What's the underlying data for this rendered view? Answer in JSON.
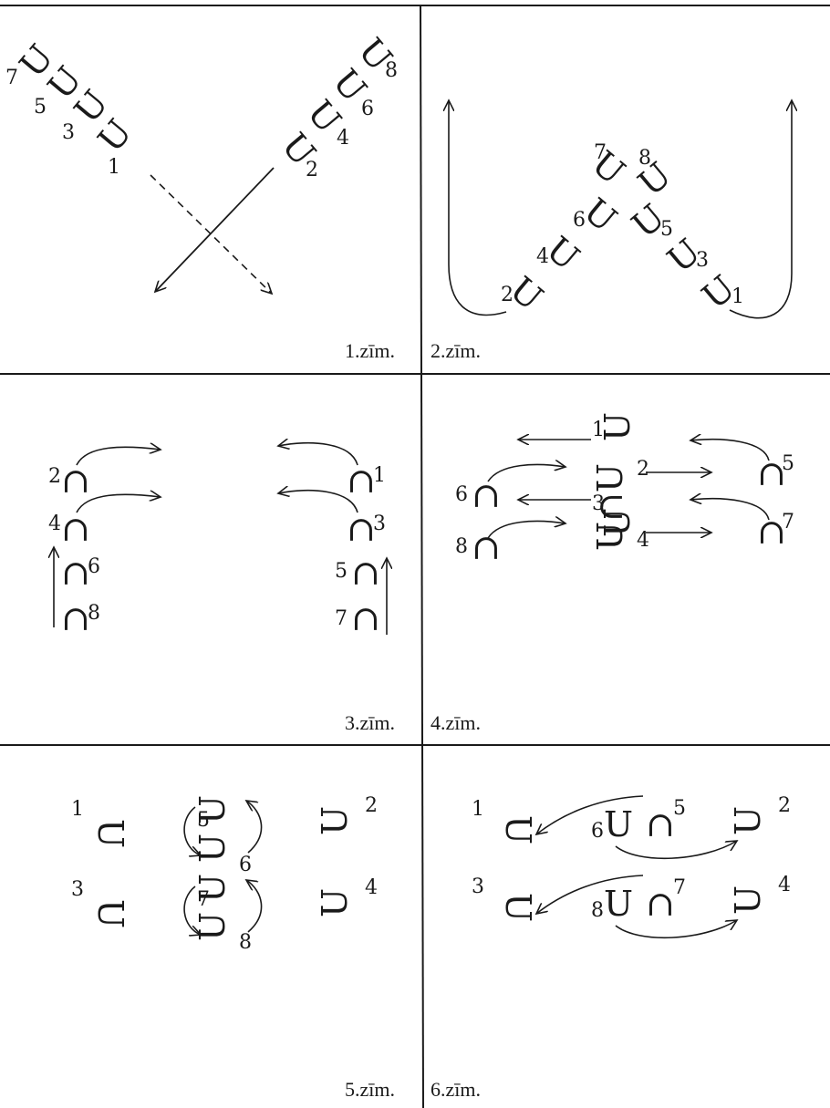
{
  "figures": [
    {
      "caption": "1.zīm.",
      "glyph": "U",
      "labels": [
        "7",
        "5",
        "3",
        "1",
        "2",
        "4",
        "6",
        "8"
      ]
    },
    {
      "caption": "2.zīm.",
      "glyph": "U",
      "labels": [
        "7",
        "8",
        "6",
        "5",
        "4",
        "3",
        "2",
        "1"
      ]
    },
    {
      "caption": "3.zīm.",
      "glyph": "∩",
      "labels": [
        "2",
        "1",
        "4",
        "3",
        "6",
        "5",
        "8",
        "7"
      ]
    },
    {
      "caption": "4.zīm.",
      "glyphs": [
        "U",
        "∩",
        "U∩U",
        "U∩U",
        "U"
      ],
      "labels": [
        "1",
        "2",
        "3",
        "4",
        "5",
        "6",
        "7",
        "8"
      ]
    },
    {
      "caption": "5.zīm.",
      "glyphs": [
        "U",
        "∩"
      ],
      "labels": [
        "1",
        "5",
        "2",
        "6",
        "3",
        "7",
        "4",
        "8"
      ]
    },
    {
      "caption": "6.zīm.",
      "glyphs": [
        "U",
        "∩"
      ],
      "labels": [
        "1",
        "6",
        "5",
        "2",
        "3",
        "8",
        "7",
        "4"
      ]
    }
  ]
}
